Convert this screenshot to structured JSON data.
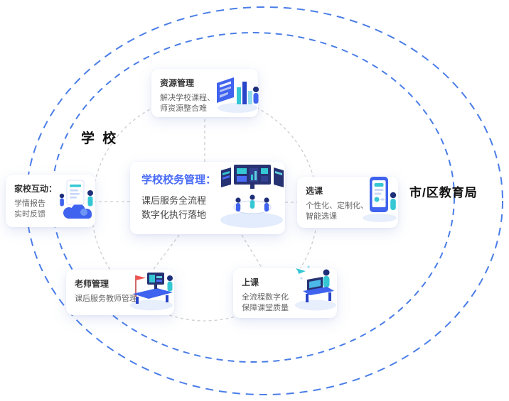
{
  "diagram": {
    "region_labels": {
      "school": "学 校",
      "education_bureau": "市/区教育局"
    },
    "nodes": {
      "center": {
        "title": "学校校务管理：",
        "line1": "课后服务全流程",
        "line2": "数字化执行落地"
      },
      "resource": {
        "title": "资源管理",
        "line1": "解决学校课程、",
        "line2": "师资源整合难"
      },
      "home_school": {
        "title": "家校互动：",
        "line1": "学情报告",
        "line2": "实时反馈"
      },
      "course_select": {
        "title": "选课",
        "line1": "个性化、定制化、",
        "line2": "智能选课"
      },
      "teacher": {
        "title": "老师管理",
        "line1": "课后服务教师管理"
      },
      "class": {
        "title": "上课",
        "line1": "全流程数字化",
        "line2": "保障课堂质量"
      }
    },
    "colors": {
      "boundary_blue": "#4a7de8",
      "accent_blue": "#4a6bf5",
      "teal": "#35c7d4",
      "navy": "#273273",
      "connector_gray": "#cdcdcd"
    }
  }
}
